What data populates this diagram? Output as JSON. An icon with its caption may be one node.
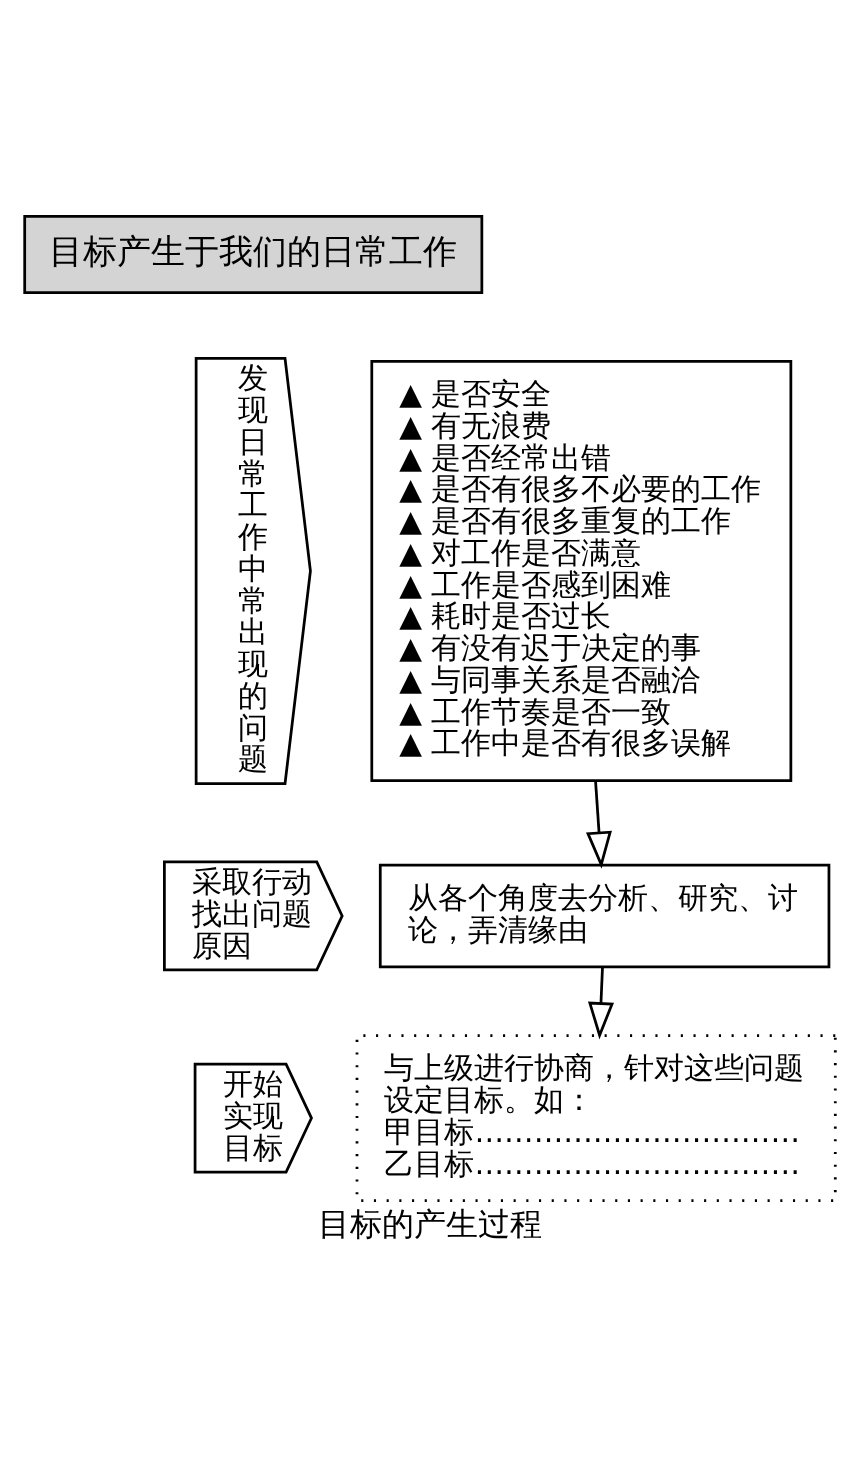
{
  "diagram": {
    "caption": "目标的产生过程",
    "nodes": [
      {
        "text": [
          "目标产生于我们的日常工作"
        ]
      },
      {
        "text": [
          "发现日常工作中常出现的问题"
        ]
      },
      {
        "text": [
          "▲ 是否安全",
          "▲ 有无浪费",
          "▲ 是否经常出错",
          "▲ 是否有很多不必要的工作",
          "▲ 是否有很多重复的工作",
          "▲ 对工作是否满意",
          "▲ 工作是否感到困难",
          "▲ 耗时是否过长",
          "▲ 有没有迟于决定的事",
          "▲ 与同事关系是否融洽",
          "▲ 工作节奏是否一致",
          "▲ 工作中是否有很多误解"
        ]
      },
      {
        "text": [
          "采取行动找出问题原因"
        ]
      },
      {
        "text": [
          "从各个角度去分析、研究、讨论，弄清缘由"
        ]
      },
      {
        "text": [
          "开始实现目标"
        ]
      },
      {
        "text": [
          "与上级进行协商，针对这些问题设定目标。如：",
          "甲目标……………………………",
          "乙目标……………………………"
        ]
      }
    ],
    "edges": [
      {
        "from": 2,
        "to": 4,
        "arrow": "to"
      },
      {
        "from": 4,
        "to": 6,
        "arrow": "to"
      }
    ]
  }
}
